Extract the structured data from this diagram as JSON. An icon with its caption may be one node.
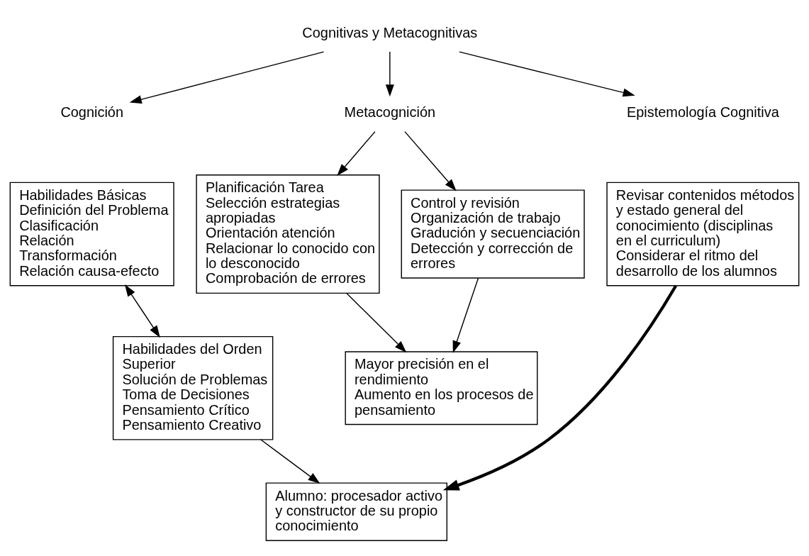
{
  "diagram": {
    "nodes": [
      {
        "text": [
          "Cognitivas y Metacognitivas"
        ]
      },
      {
        "text": [
          "Cognición"
        ]
      },
      {
        "text": [
          "Metacognición"
        ]
      },
      {
        "text": [
          "Epistemología Cognitiva"
        ]
      },
      {
        "text": [
          "Habilidades Básicas",
          "Definición del Problema",
          "Clasificación",
          "Relación",
          "Transformación",
          "Relación causa-efecto"
        ]
      },
      {
        "text": [
          "Planificación Tarea",
          "Selección estrategias apropiadas",
          "Orientación atención",
          "Relacionar lo conocido con lo desconocido",
          "Comprobación de errores"
        ]
      },
      {
        "text": [
          "Control y revisión",
          "Organización de trabajo",
          "Gradución y secuenciación",
          "Detección y corrección de errores"
        ]
      },
      {
        "text": [
          "Revisar contenidos métodos y estado general del conocimiento (disciplinas en el curriculum)",
          "Considerar el ritmo del desarrollo de los alumnos"
        ]
      },
      {
        "text": [
          "Habilidades del Orden Superior",
          "Solución de Problemas",
          "Toma de Decisiones",
          "Pensamiento Crítico",
          "Pensamiento Creativo"
        ]
      },
      {
        "text": [
          "Mayor precisión en el rendimiento",
          "Aumento en los procesos de pensamiento"
        ]
      },
      {
        "text": [
          "Alumno: procesador activo y constructor de su propio conocimiento"
        ]
      }
    ],
    "edges": [
      {
        "from": 0,
        "to": 1,
        "arrow": "to"
      },
      {
        "from": 0,
        "to": 2,
        "arrow": "to"
      },
      {
        "from": 0,
        "to": 3,
        "arrow": "to"
      },
      {
        "from": 2,
        "to": 5,
        "arrow": "to"
      },
      {
        "from": 2,
        "to": 6,
        "arrow": "to"
      },
      {
        "from": 4,
        "to": 8,
        "arrow": "both"
      },
      {
        "from": 5,
        "to": 9,
        "arrow": "to"
      },
      {
        "from": 6,
        "to": 9,
        "arrow": "to"
      },
      {
        "from": 8,
        "to": 10,
        "arrow": "to"
      },
      {
        "from": 7,
        "to": 10,
        "arrow": "to",
        "style": "thick"
      }
    ]
  }
}
